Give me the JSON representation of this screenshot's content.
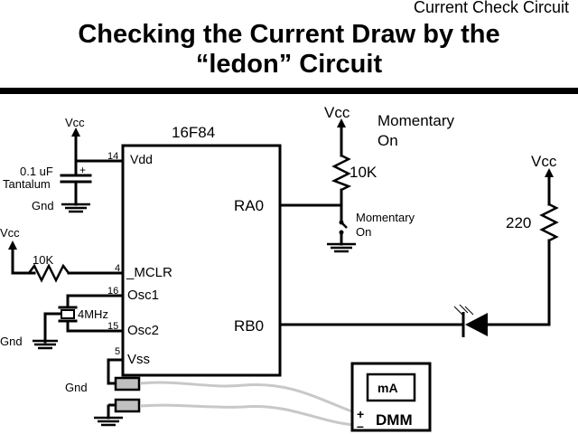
{
  "header": {
    "subtitle": "Current Check Circuit",
    "title_line1": "Checking the Current Draw by the",
    "title_line2": "“ledon” Circuit"
  },
  "chip": {
    "name": "16F84",
    "pins_left": [
      {
        "number": "14",
        "label": "Vdd"
      },
      {
        "number": "4",
        "label": "_MCLR"
      },
      {
        "number": "16",
        "label": "Osc1"
      },
      {
        "number": "15",
        "label": "Osc2"
      },
      {
        "number": "5",
        "label": "Vss"
      }
    ],
    "pins_right": [
      {
        "label": "RA0"
      },
      {
        "label": "RB0"
      }
    ]
  },
  "components": {
    "vcc_label": "Vcc",
    "gnd_label": "Gnd",
    "capacitor_value": "0.1 uF",
    "capacitor_type": "Tantalum",
    "capacitor_plus": "+",
    "mclr_resistor": "10K",
    "crystal": "4MHz",
    "ra0_resistor": "10K",
    "switch_label_line1": "Momentary",
    "switch_label_line2": "On",
    "switch_top_line1": "Momentary",
    "switch_top_line2": "On",
    "led_resistor": "220"
  },
  "meter": {
    "display": "mA",
    "plus": "+",
    "minus": "–",
    "label": "DMM"
  },
  "colors": {
    "wire": "#000000",
    "probe": "#c0c0c0",
    "probe_lead": "#c8c8c8"
  }
}
